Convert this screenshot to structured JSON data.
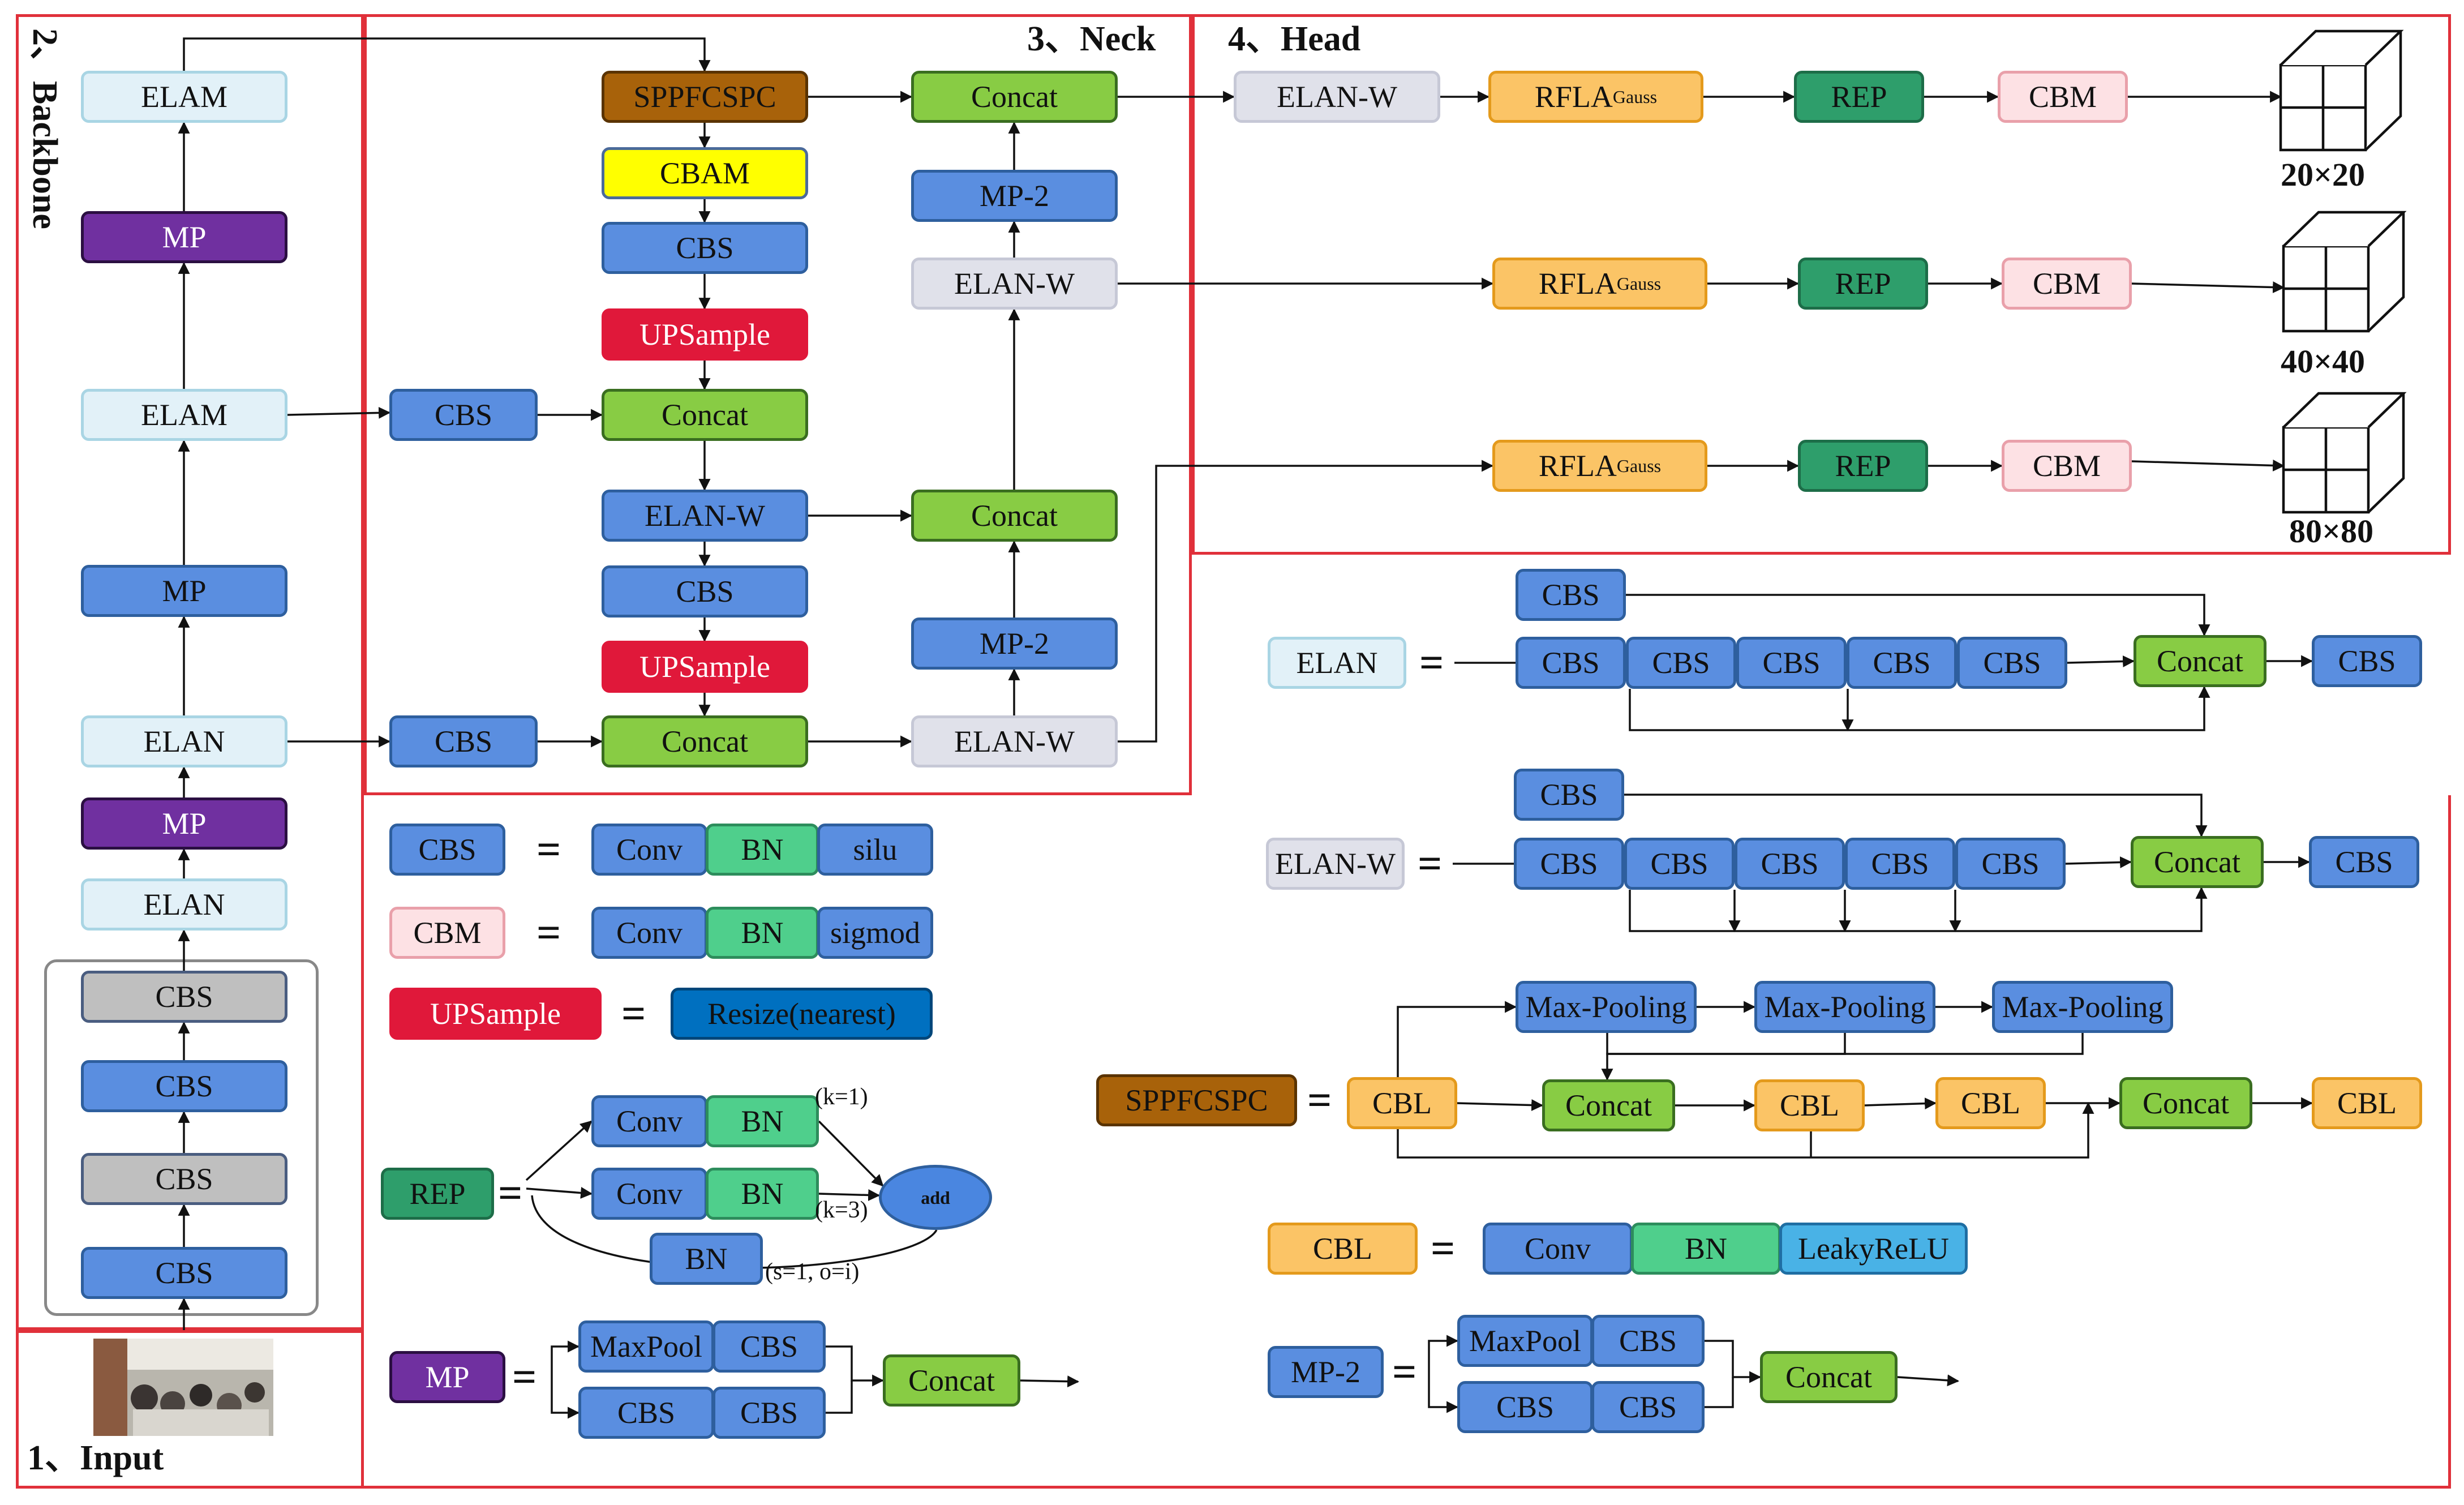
{
  "sections": {
    "input": "1、Input",
    "backbone": "2、Backbone",
    "neck": "3、Neck",
    "head": "4、Head"
  },
  "backbone": {
    "blocks_top_to_bottom": [
      "ELAM",
      "MP",
      "ELAM",
      "MP",
      "ELAN",
      "MP",
      "ELAN",
      "CBS",
      "CBS",
      "CBS",
      "CBS"
    ]
  },
  "neck": {
    "left_column": [
      "SPPFCSPC",
      "CBAM",
      "CBS",
      "UPSample",
      "Concat",
      "ELAN-W",
      "CBS",
      "UPSample",
      "Concat"
    ],
    "side_cbs": [
      "CBS",
      "CBS"
    ],
    "right_column": [
      "Concat",
      "MP-2",
      "ELAN-W",
      "Concat",
      "MP-2",
      "ELAN-W"
    ]
  },
  "head": {
    "input_block": "ELAN-W",
    "rfla": "RFLA",
    "rfla_sub": "Gauss",
    "rep": "REP",
    "cbm": "CBM",
    "scales": [
      "20×20",
      "40×40",
      "80×80"
    ]
  },
  "legend": {
    "equals": "=",
    "cbs": {
      "name": "CBS",
      "parts": [
        "Conv",
        "BN",
        "silu"
      ]
    },
    "cbm": {
      "name": "CBM",
      "parts": [
        "Conv",
        "BN",
        "sigmod"
      ]
    },
    "upsample": {
      "name": "UPSample",
      "parts": [
        "Resize(nearest)"
      ]
    },
    "rep": {
      "name": "REP",
      "conv": "Conv",
      "bn": "BN",
      "add": "add",
      "k1": "(k=1)",
      "k3": "(k=3)",
      "sio": "(s=1, o=i)"
    },
    "mp": {
      "name": "MP",
      "parts": [
        "MaxPool",
        "CBS",
        "CBS",
        "CBS"
      ],
      "concat": "Concat"
    },
    "elan": {
      "name": "ELAN",
      "cbs": "CBS",
      "concat": "Concat"
    },
    "elanw": {
      "name": "ELAN-W",
      "cbs": "CBS",
      "concat": "Concat"
    },
    "sppfcspc": {
      "name": "SPPFCSPC",
      "cbl": "CBL",
      "maxpool": "Max-Pooling",
      "concat": "Concat"
    },
    "cbl": {
      "name": "CBL",
      "parts": [
        "Conv",
        "BN",
        "LeakyReLU"
      ]
    },
    "mp2": {
      "name": "MP-2",
      "parts": [
        "MaxPool",
        "CBS",
        "CBS",
        "CBS"
      ],
      "concat": "Concat"
    }
  }
}
